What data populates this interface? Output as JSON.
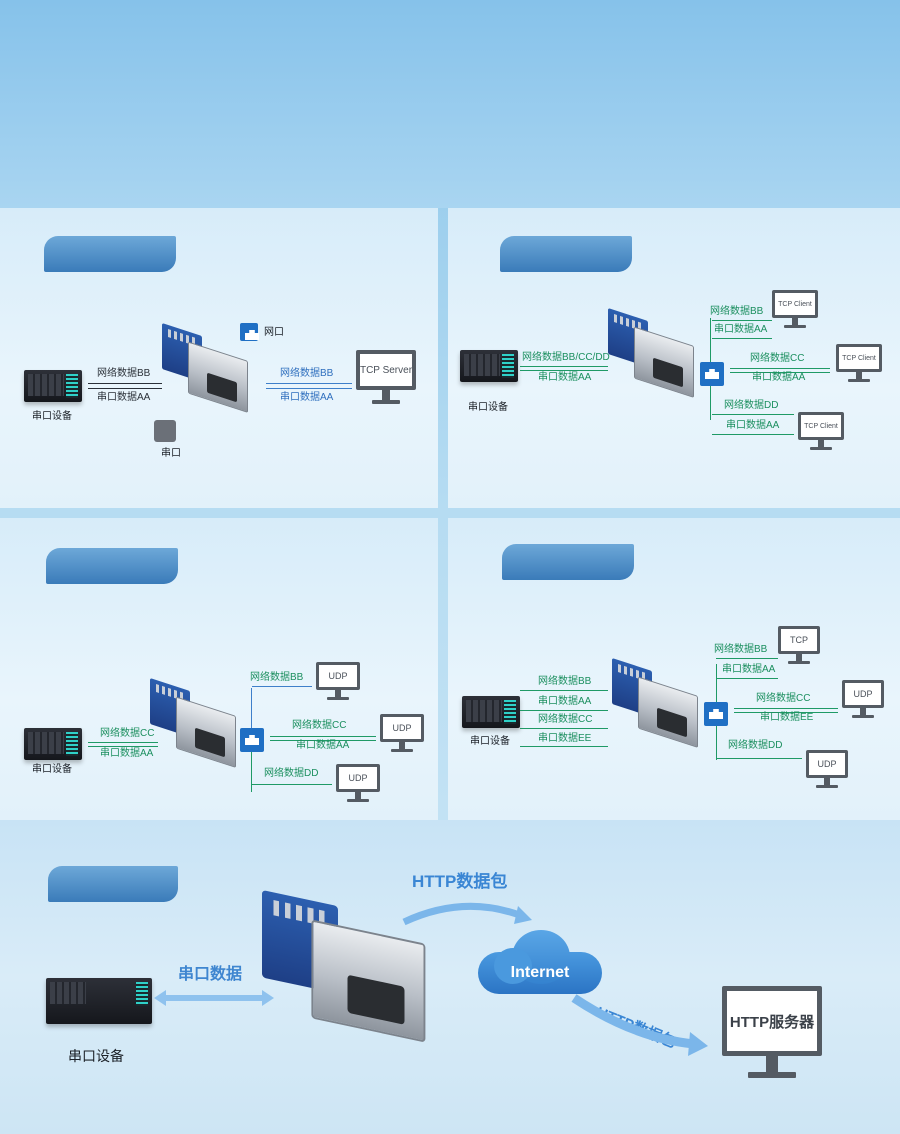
{
  "panel1": {
    "serial_device": "串口设备",
    "net_port": "网口",
    "serial_port": "串口",
    "left_top": "网络数据BB",
    "left_bottom": "串口数据AA",
    "right_top": "网络数据BB",
    "right_bottom": "串口数据AA",
    "server": "TCP Server"
  },
  "panel2": {
    "serial_device": "串口设备",
    "left_top": "网络数据BB/CC/DD",
    "left_bottom": "串口数据AA",
    "c1_top": "网络数据BB",
    "c1_bottom": "串口数据AA",
    "c2_top": "网络数据CC",
    "c2_bottom": "串口数据AA",
    "c3_top": "网络数据DD",
    "c3_bottom": "串口数据AA",
    "client1": "TCP Client",
    "client2": "TCP Client",
    "client3": "TCP Client"
  },
  "panel3": {
    "serial_device": "串口设备",
    "left_top": "网络数据CC",
    "left_bottom": "串口数据AA",
    "u1_top": "网络数据BB",
    "u2_top": "网络数据CC",
    "u2_bottom": "串口数据AA",
    "u3_top": "网络数据DD",
    "udp1": "UDP",
    "udp2": "UDP",
    "udp3": "UDP"
  },
  "panel4": {
    "serial_device": "串口设备",
    "l1": "网络数据BB",
    "l2": "串口数据AA",
    "l3": "网络数据CC",
    "l4": "串口数据EE",
    "r1_top": "网络数据BB",
    "r1_bottom": "串口数据AA",
    "r2_top": "网络数据CC",
    "r2_bottom": "串口数据EE",
    "r3_top": "网络数据DD",
    "tcp": "TCP",
    "udp1": "UDP",
    "udp2": "UDP"
  },
  "panel5": {
    "serial_device": "串口设备",
    "serial_data": "串口数据",
    "http_top": "HTTP数据包",
    "internet": "Internet",
    "http_bottom": "HTTP数据包",
    "http_server": "HTTP服务器"
  }
}
